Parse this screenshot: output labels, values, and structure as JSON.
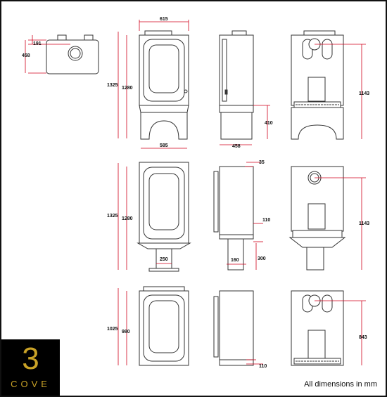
{
  "footnote": "All dimensions in mm",
  "logo": {
    "number": "3",
    "word": "COVE"
  },
  "dims": {
    "r1_top_depth": "191",
    "r1_top_width": "458",
    "r1_front_width": "615",
    "r1_front_base": "585",
    "r1_front_h_total": "1325",
    "r1_front_h_inner": "1280",
    "r1_side_depth": "458",
    "r1_side_h": "410",
    "r1_back_h": "1143",
    "r2_front_h_total": "1325",
    "r2_front_h_inner": "1280",
    "r2_front_pedestal": "250",
    "r2_side_top": "35",
    "r2_side_110": "110",
    "r2_side_160": "160",
    "r2_side_300": "300",
    "r2_back_h": "1143",
    "r3_front_h_total": "1025",
    "r3_front_h_inner": "980",
    "r3_side_110": "110",
    "r3_back_h": "843"
  }
}
